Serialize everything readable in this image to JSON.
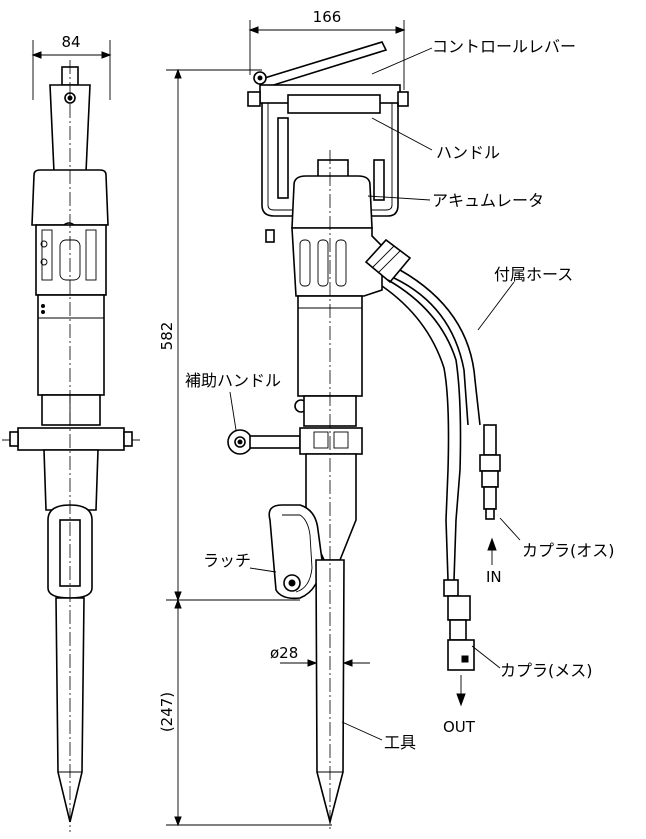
{
  "dimensions": {
    "width_front": "84",
    "width_side": "166",
    "height_body": "582",
    "tool_length": "(247)",
    "tool_diameter": "ø28"
  },
  "callouts": {
    "control_lever": "コントロールレバー",
    "handle": "ハンドル",
    "accumulator": "アキュムレータ",
    "hose": "付属ホース",
    "aux_handle": "補助ハンドル",
    "latch": "ラッチ",
    "coupler_male": "カプラ(オス)",
    "coupler_female": "カプラ(メス)",
    "tool": "工具"
  },
  "flow": {
    "in_label": "IN",
    "out_label": "OUT"
  }
}
